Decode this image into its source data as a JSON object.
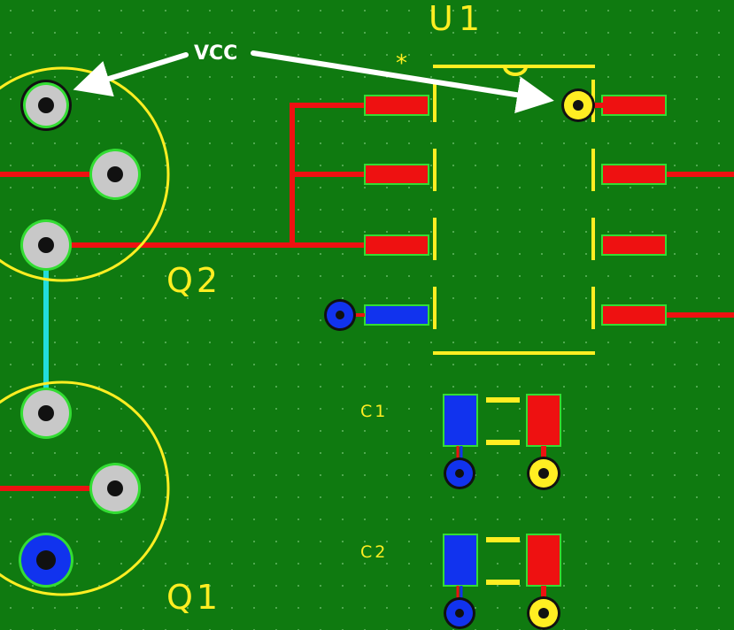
{
  "colors": {
    "board": "#0f7a10",
    "grid_dot": "#4fa84f",
    "top_copper": "#ee1111",
    "bottom_copper": "#1133ee",
    "pad_outline": "#33dd33",
    "silkscreen": "#ffee22",
    "thru_pad": "#c8c8c8",
    "drill": "#111111",
    "cyan_trace": "#22dddd",
    "annotation": "#ffffff"
  },
  "labels": {
    "ic_ref": "U1",
    "pin1_marker": "*",
    "q_top_ref": "Q2",
    "q_bottom_ref": "Q1",
    "cap1_ref": "C1",
    "cap2_ref": "C2",
    "vcc_callout": "VCC"
  },
  "components": [
    {
      "ref": "U1",
      "kind": "soic-8-ic"
    },
    {
      "ref": "Q2",
      "kind": "to-92-transistor"
    },
    {
      "ref": "Q1",
      "kind": "to-92-transistor"
    },
    {
      "ref": "C1",
      "kind": "smd-capacitor"
    },
    {
      "ref": "C2",
      "kind": "smd-capacitor"
    }
  ]
}
